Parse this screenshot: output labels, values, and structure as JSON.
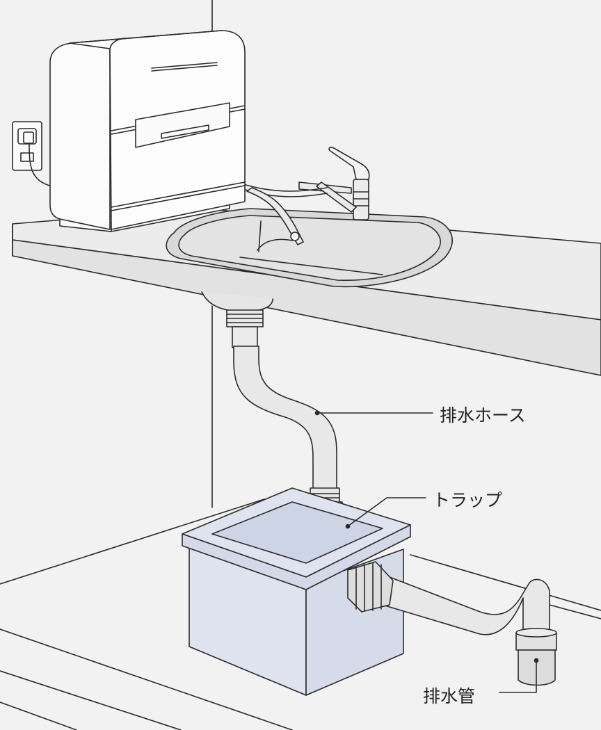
{
  "labels": {
    "drain_hose": "排水ホース",
    "trap": "トラップ",
    "drain_pipe": "排水管"
  },
  "colors": {
    "background": "#f2f2f2",
    "line": "#2a2a2a",
    "counter_top": "#ececec",
    "counter_front": "#e4e4e4",
    "sink": "#dedede",
    "pipe": "#e8e8e8",
    "trap_box": "#dfe3ef",
    "trap_lid": "#cdd4e6"
  }
}
